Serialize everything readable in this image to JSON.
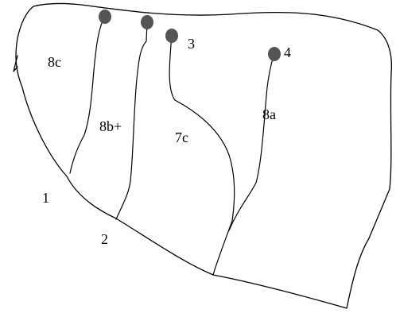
{
  "colors": {
    "line": "#000000",
    "anchor": "#555555",
    "background": "#ffffff"
  },
  "routes": [
    {
      "grade": "8c"
    },
    {
      "grade": "8b+"
    },
    {
      "grade": "7c"
    },
    {
      "grade": "8a"
    }
  ],
  "markers": {
    "anchor3": "3",
    "anchor4": "4",
    "start1": "1",
    "start2": "2"
  }
}
